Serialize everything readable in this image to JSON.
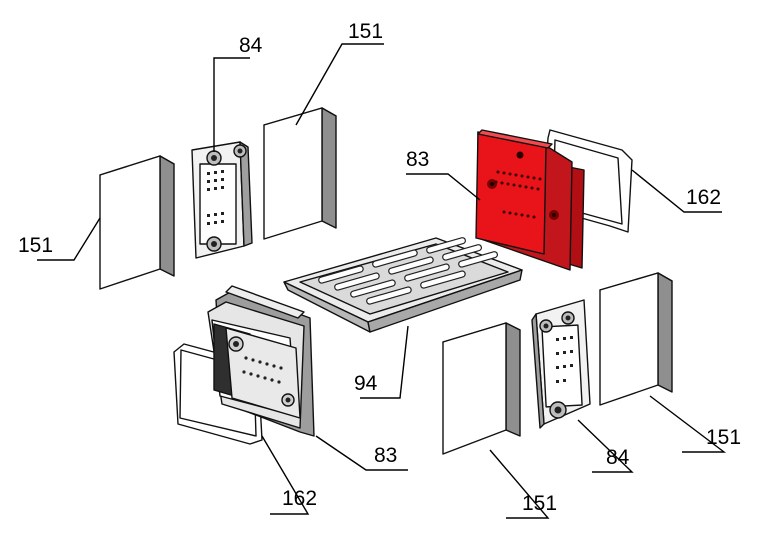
{
  "labels": {
    "block_top_left": "151",
    "bracket_top": "84",
    "block_top_center": "151",
    "plate_red_label": "83",
    "gasket_right_label": "162",
    "tray_label": "94",
    "plate_left_label": "83",
    "gasket_left_label": "162",
    "block_bottom_center": "151",
    "bracket_bottom": "84",
    "block_right": "151"
  },
  "colors": {
    "highlight": "#e8141a",
    "block_face": "#ffffff",
    "block_side": "#d6d6d6",
    "block_dark": "#9a9a9a",
    "outline": "#111111"
  }
}
